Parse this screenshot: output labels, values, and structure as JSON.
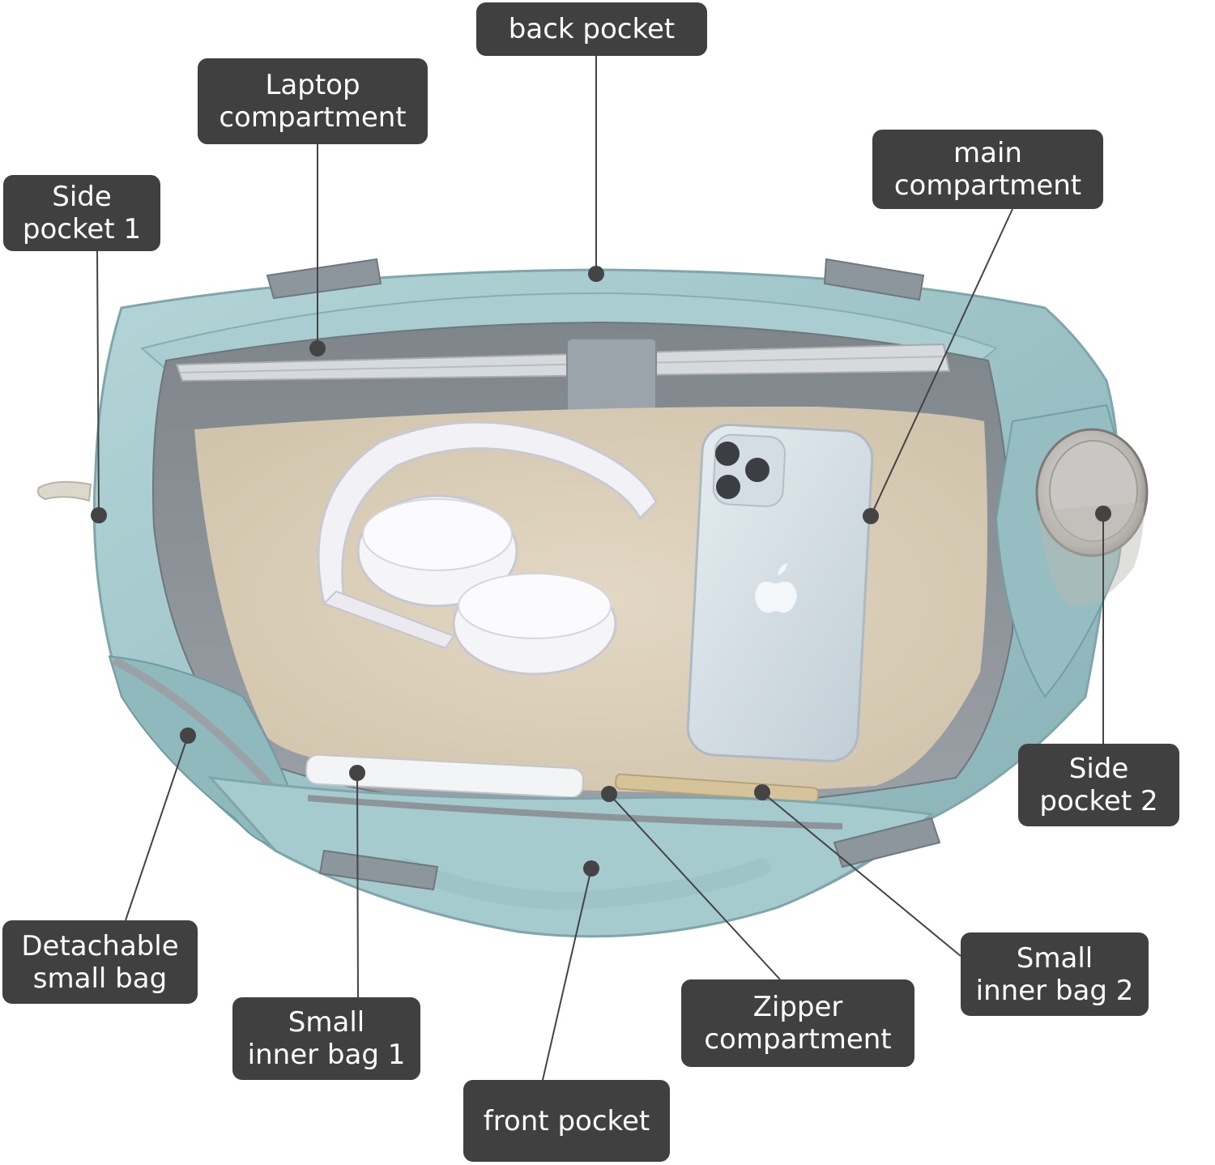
{
  "figure": {
    "subject": "bag-interior-photo",
    "callouts": [
      {
        "id": "back-pocket",
        "text": "back pocket"
      },
      {
        "id": "laptop-compartment",
        "text": "Laptop\ncompartment"
      },
      {
        "id": "main-compartment",
        "text": "main\ncompartment"
      },
      {
        "id": "side-pocket-1",
        "text": "Side\npocket 1"
      },
      {
        "id": "side-pocket-2",
        "text": "Side\npocket 2"
      },
      {
        "id": "detachable-small-bag",
        "text": "Detachable\nsmall bag"
      },
      {
        "id": "small-inner-bag-2",
        "text": "Small\ninner bag 2"
      },
      {
        "id": "zipper-compartment",
        "text": "Zipper\ncompartment"
      },
      {
        "id": "small-inner-bag-1",
        "text": "Small\ninner bag 1"
      },
      {
        "id": "front-pocket",
        "text": "front pocket"
      }
    ]
  },
  "colors": {
    "label_bg": "#404040",
    "label_text": "#ffffff",
    "leader_line": "#444444",
    "bag_shell": "#9fc4c8",
    "bag_lining": "#8e9499",
    "bag_floor": "#d9cdb7",
    "trim": "#a4aab0"
  }
}
